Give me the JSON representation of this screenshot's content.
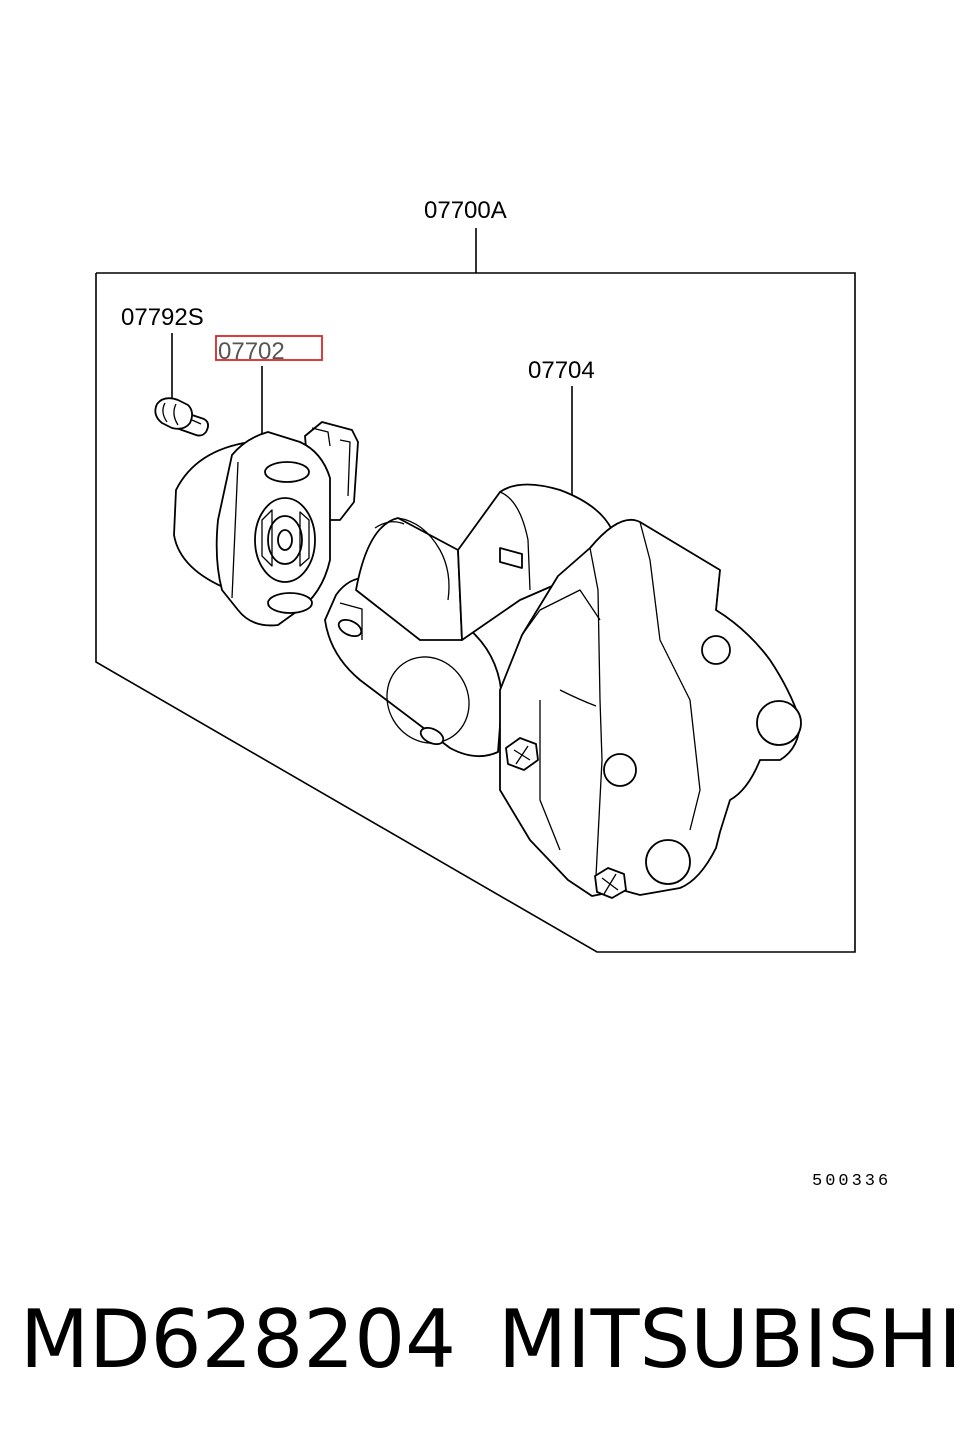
{
  "diagram": {
    "assembly_label": "07700A",
    "screw_label": "07792S",
    "sensor_label": "07702",
    "throttle_body_label": "07704",
    "highlighted_label": "07702",
    "highlight_color": "#d62828",
    "reference_code": "500336"
  },
  "footer": {
    "part_number": "MD628204",
    "brand": "MITSUBISHI"
  }
}
